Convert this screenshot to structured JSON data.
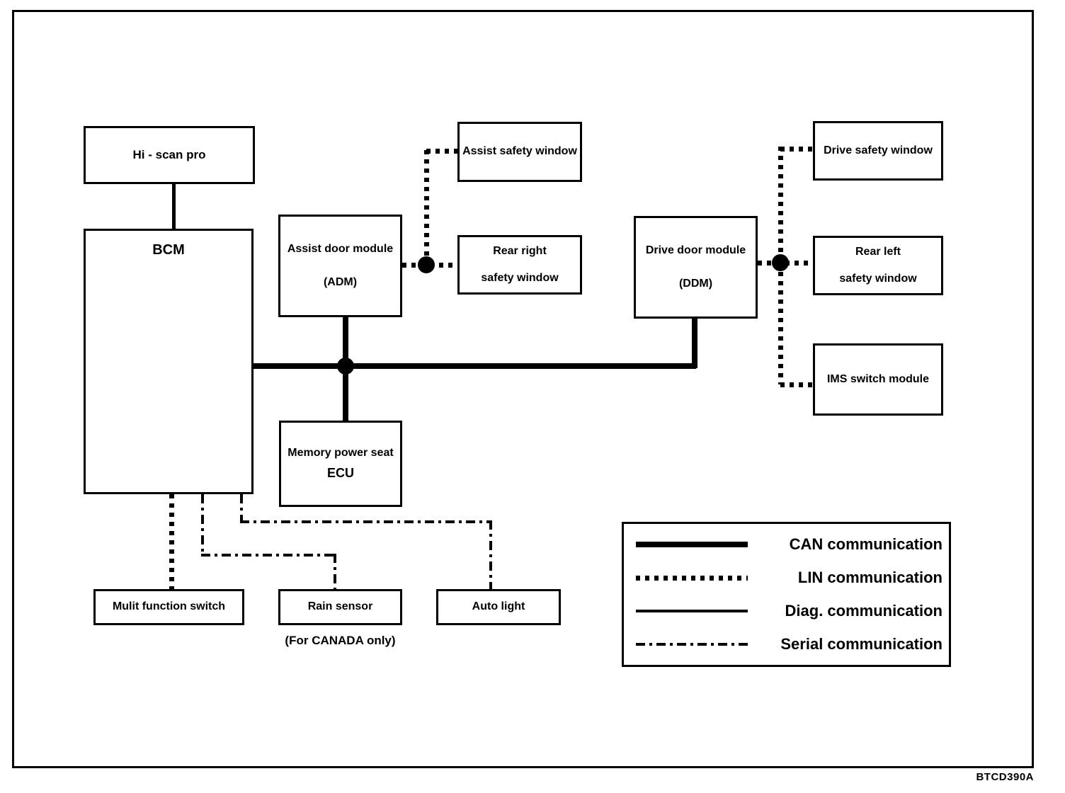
{
  "code": "BTCD390A",
  "boxes": {
    "hi_scan_pro": "Hi - scan pro",
    "bcm": "BCM",
    "adm_line1": "Assist door module",
    "adm_line2": "(ADM)",
    "assist_safety_window": "Assist safety window",
    "rear_right_line1": "Rear right",
    "rear_right_line2": "safety window",
    "ddm_line1": "Drive door module",
    "ddm_line2": "(DDM)",
    "drive_safety_window": "Drive safety window",
    "rear_left_line1": "Rear left",
    "rear_left_line2": "safety window",
    "ims_switch_module": "IMS switch module",
    "memory_seat_line1": "Memory power seat",
    "memory_seat_line2": "ECU",
    "multi_function_switch": "Mulit function switch",
    "rain_sensor": "Rain sensor",
    "rain_sensor_note": "(For CANADA only)",
    "auto_light": "Auto light"
  },
  "legend": {
    "items": [
      {
        "style": "can",
        "label": "CAN communication"
      },
      {
        "style": "lin",
        "label": "LIN communication"
      },
      {
        "style": "diag",
        "label": "Diag. communication"
      },
      {
        "style": "serial",
        "label": "Serial communication"
      }
    ]
  },
  "colors": {
    "line": "#000000",
    "background": "#ffffff"
  }
}
